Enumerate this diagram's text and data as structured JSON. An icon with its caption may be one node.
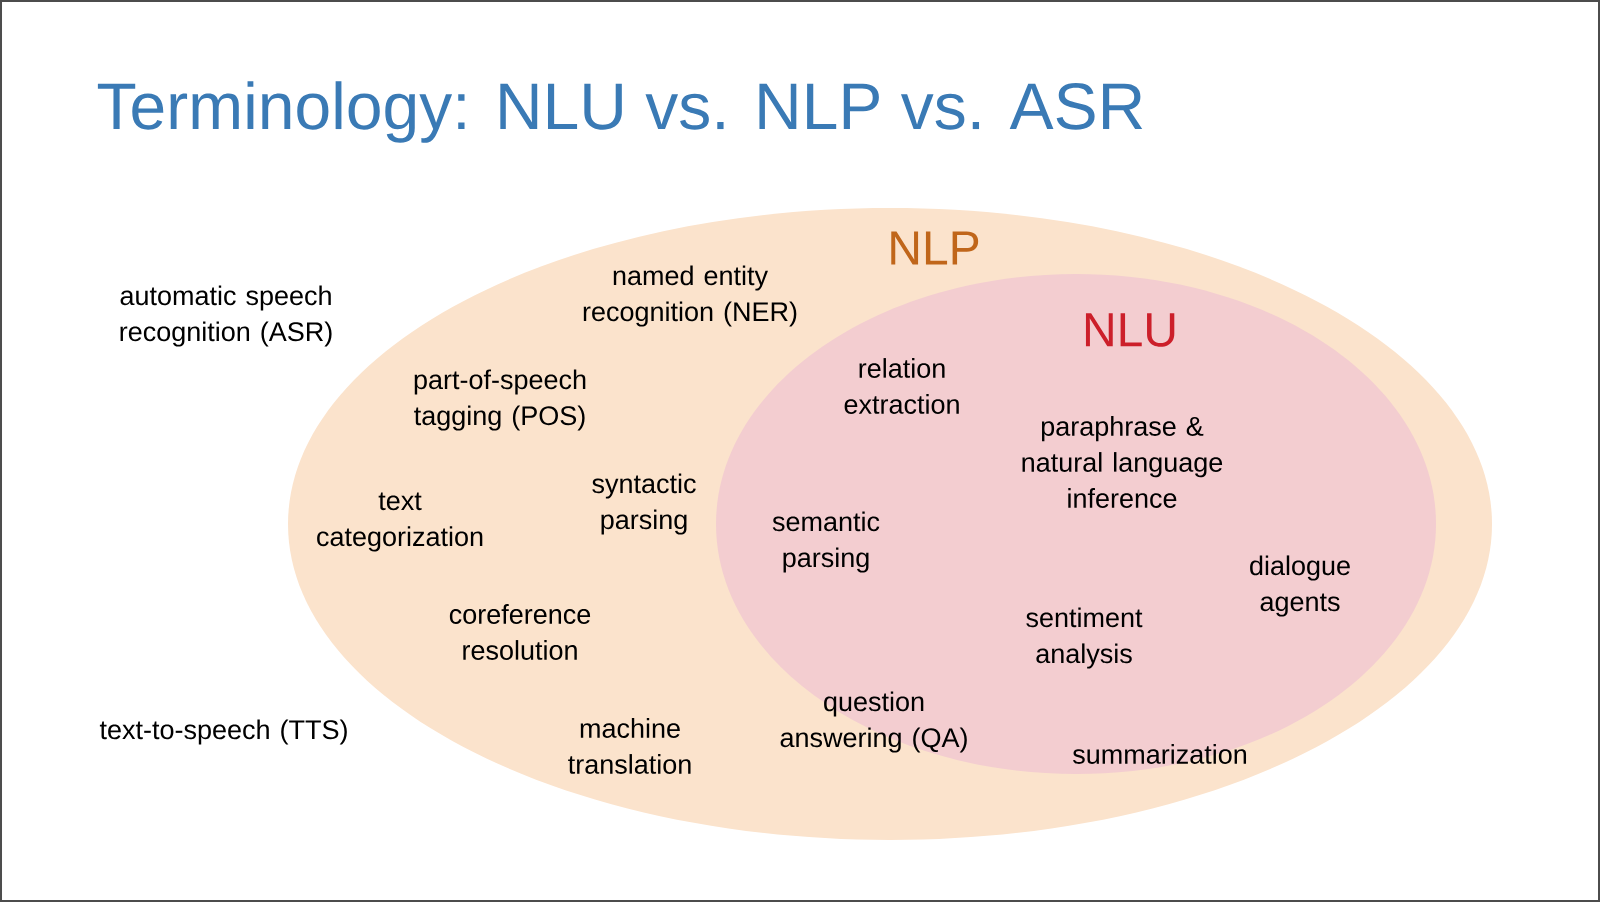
{
  "diagram": {
    "title": "Terminology: NLU vs. NLP vs. ASR",
    "nodes": [
      {
        "text": [
          "NLP"
        ]
      },
      {
        "text": [
          "NLU"
        ],
        "in": 0
      }
    ],
    "edges": [],
    "labels": [
      "named entity recognition (NER)",
      "automatic speech recognition (ASR)",
      "relation extraction",
      "part-of-speech tagging (POS)",
      "paraphrase & natural language inference",
      "syntactic parsing",
      "text categorization",
      "semantic parsing",
      "dialogue agents",
      "coreference resolution",
      "sentiment analysis",
      "question answering (QA)",
      "text-to-speech (TTS)",
      "machine translation",
      "summarization"
    ]
  }
}
